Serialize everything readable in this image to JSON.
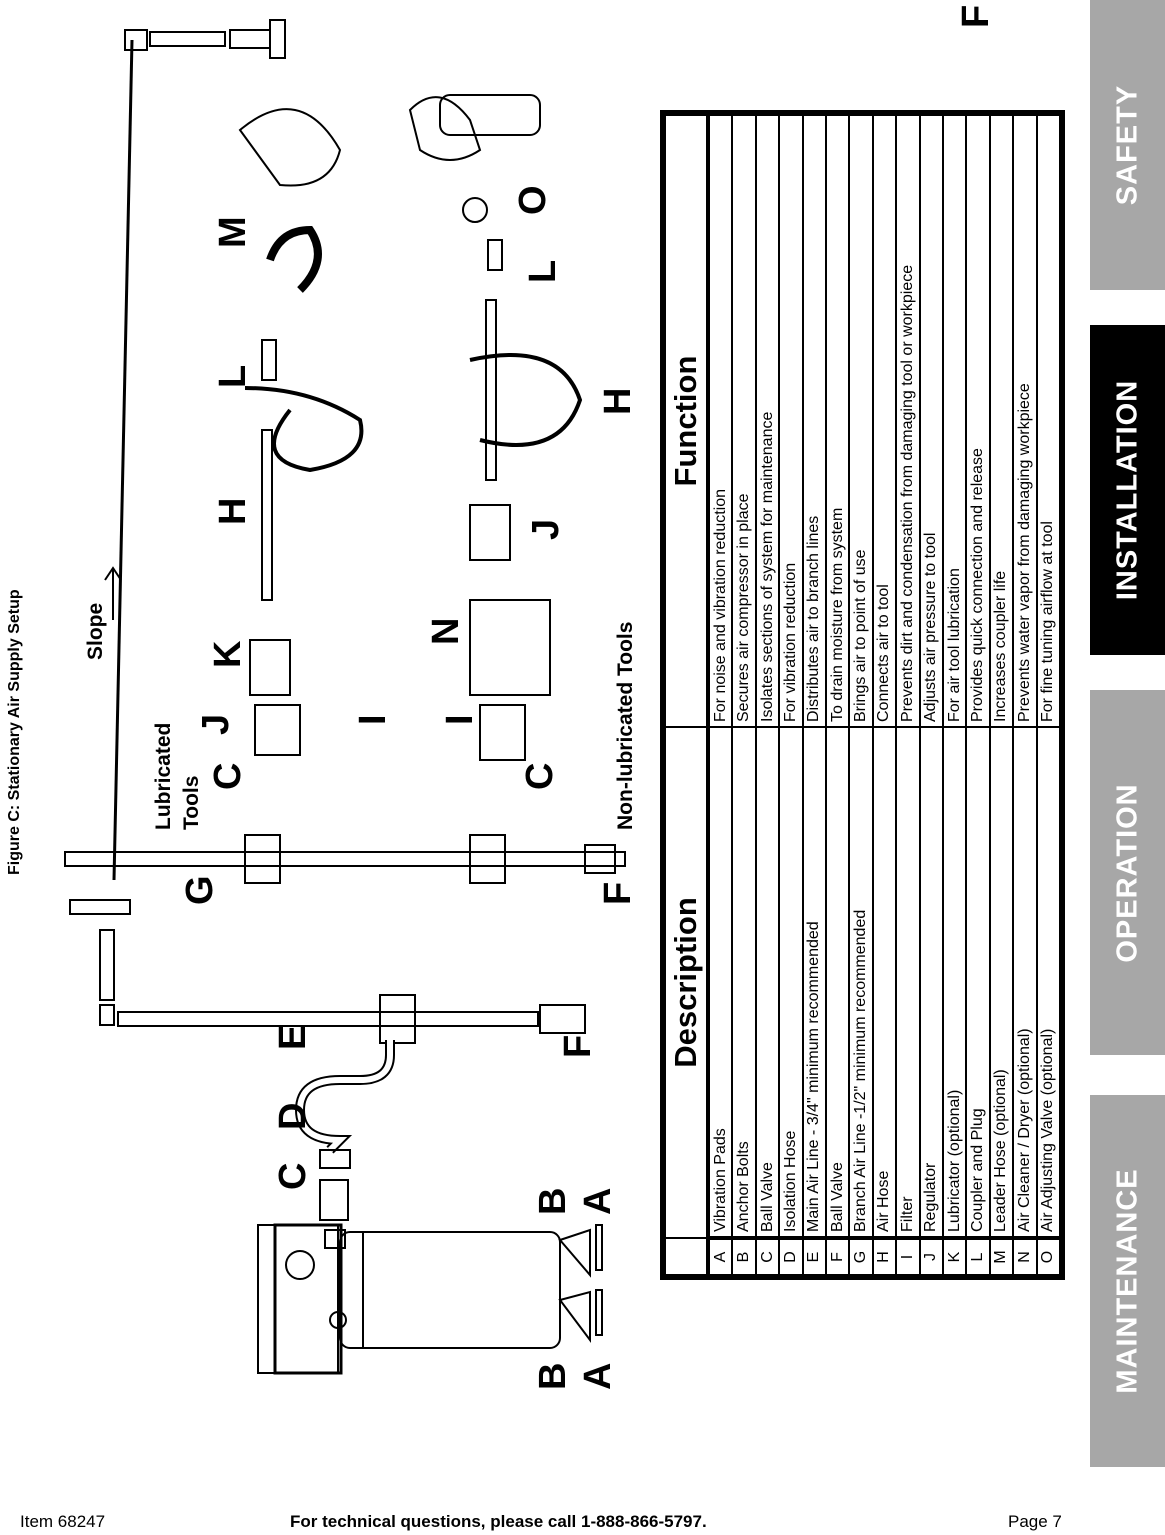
{
  "figure": {
    "title": "Figure C:  Stationary Air Supply Setup",
    "slope_label": "Slope",
    "lubricated_label_1": "Lubricated",
    "lubricated_label_2": "Tools",
    "nonlubricated_label": "Non-lubricated Tools",
    "callouts": [
      "A",
      "B",
      "C",
      "D",
      "E",
      "F",
      "G",
      "H",
      "I",
      "J",
      "K",
      "L",
      "M",
      "N",
      "O"
    ]
  },
  "table": {
    "header_description": "Description",
    "header_function": "Function",
    "rows": [
      {
        "letter": "A",
        "description": "Vibration Pads",
        "function": "For noise and vibration reduction"
      },
      {
        "letter": "B",
        "description": "Anchor Bolts",
        "function": "Secures air compressor in place"
      },
      {
        "letter": "C",
        "description": "Ball Valve",
        "function": "Isolates sections of system for maintenance"
      },
      {
        "letter": "D",
        "description": "Isolation Hose",
        "function": "For vibration reduction"
      },
      {
        "letter": "E",
        "description": "Main Air Line - 3/4\" minimum recommended",
        "function": "Distributes air to branch lines"
      },
      {
        "letter": "F",
        "description": "Ball Valve",
        "function": "To drain moisture from system"
      },
      {
        "letter": "G",
        "description": "Branch Air Line -1/2\" minimum recommended",
        "function": "Brings air to point of use"
      },
      {
        "letter": "H",
        "description": "Air Hose",
        "function": "Connects air to tool"
      },
      {
        "letter": "I",
        "description": "Filter",
        "function": "Prevents dirt and condensation from damaging tool or workpiece"
      },
      {
        "letter": "J",
        "description": "Regulator",
        "function": "Adjusts air pressure to tool"
      },
      {
        "letter": "K",
        "description": "Lubricator (optional)",
        "function": "For air tool lubrication"
      },
      {
        "letter": "L",
        "description": "Coupler and Plug",
        "function": "Provides quick connection and release"
      },
      {
        "letter": "M",
        "description": "Leader Hose (optional)",
        "function": "Increases coupler life"
      },
      {
        "letter": "N",
        "description": "Air Cleaner / Dryer (optional)",
        "function": "Prevents water vapor from damaging workpiece"
      },
      {
        "letter": "O",
        "description": "Air Adjusting Valve (optional)",
        "function": "For fine tuning airflow at tool"
      }
    ]
  },
  "side_tabs": [
    {
      "label": "SAFETY",
      "active": false
    },
    {
      "label": "INSTALLATION",
      "active": true
    },
    {
      "label": "OPERATION",
      "active": false
    },
    {
      "label": "MAINTENANCE",
      "active": false
    }
  ],
  "footer": {
    "item": "Item 68247",
    "phone_note": "For technical questions, please call 1-888-866-5797.",
    "page": "Page 7"
  },
  "colors": {
    "tab_inactive": "#a7a7a7",
    "tab_active": "#000000"
  }
}
